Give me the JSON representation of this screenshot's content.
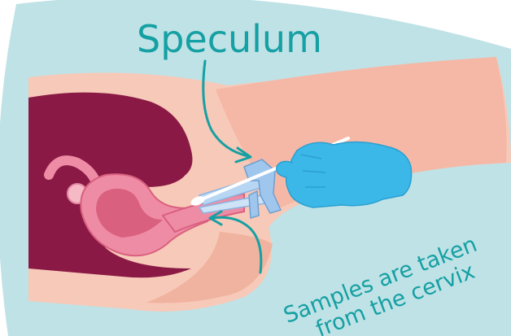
{
  "labels": {
    "speculum": "Speculum",
    "samples_line1": "Samples are taken",
    "samples_line2": "from the cervix"
  },
  "colors": {
    "background_circle": "#bfe2e6",
    "skin": "#f7c9b8",
    "skin_shadow": "#f0b39f",
    "cavity": "#8a1a45",
    "uterus": "#ef8ca5",
    "uterus_dark": "#d9607f",
    "glove": "#3bb8e8",
    "speculum": "#9fc7ee",
    "label_teal": "#15a0a3"
  },
  "icons": {
    "glove": "gloved-hand-icon",
    "speculum": "speculum-icon",
    "swab": "swab-icon"
  }
}
